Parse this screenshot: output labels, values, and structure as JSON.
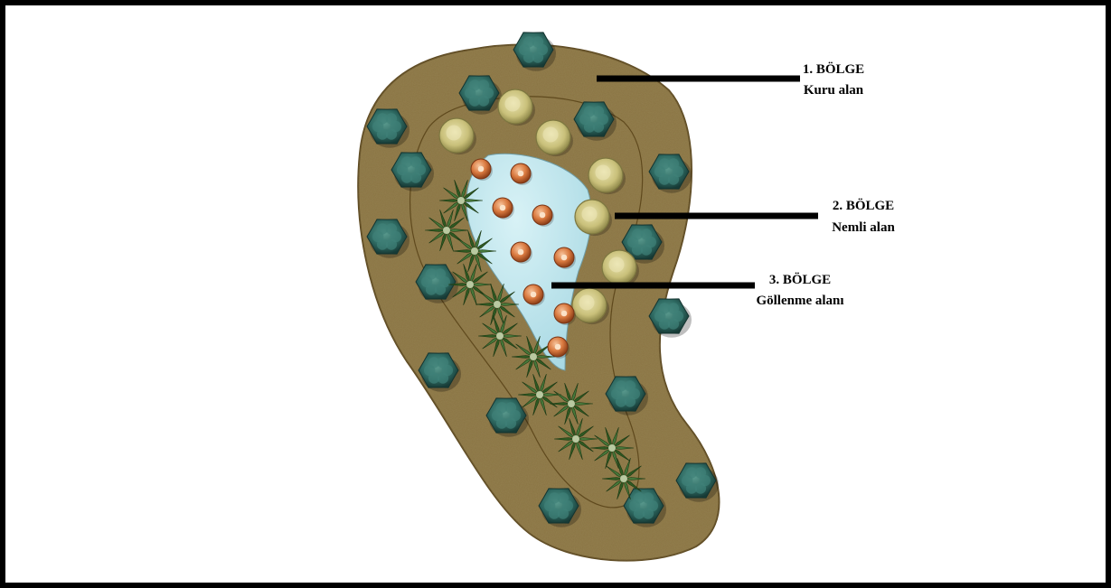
{
  "zones": [
    {
      "title": "1. BÖLGE",
      "subtitle": "Kuru alan"
    },
    {
      "title": "2. BÖLGE",
      "subtitle": "Nemli alan"
    },
    {
      "title": "3. BÖLGE",
      "subtitle": "Göllenme alanı"
    }
  ],
  "colors": {
    "frame": "#000000",
    "soil": "#8a7443",
    "soil_dark": "#5e4a22",
    "water": "#b9e3ec",
    "tree": "#2f6b63",
    "shrub": "#c9c07a",
    "fern": "#2f5a22",
    "bulb": "#d9793f"
  }
}
